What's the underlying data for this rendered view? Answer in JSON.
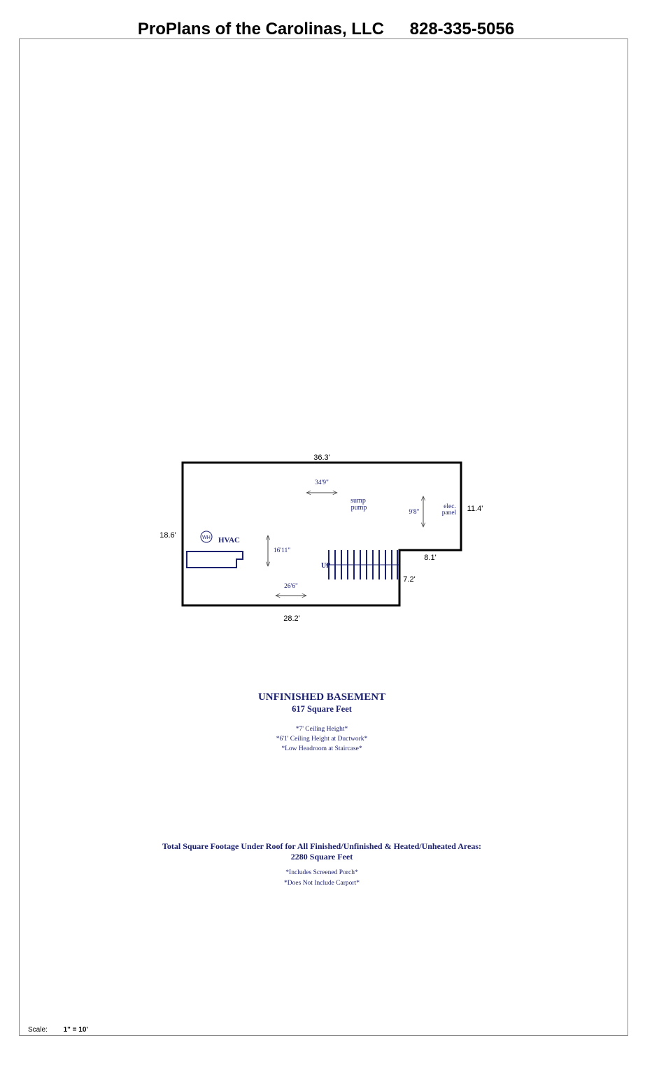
{
  "header": {
    "company": "ProPlans of the Carolinas, LLC",
    "phone": "828-335-5056"
  },
  "dimensions": {
    "top": "36.3'",
    "left": "18.6'",
    "right": "11.4'",
    "step_horizontal": "8.1'",
    "step_vertical": "7.2'",
    "bottom": "28.2'"
  },
  "interior": {
    "width_upper": "34'9\"",
    "width_lower": "26'6\"",
    "height_left": "16'11\"",
    "height_right": "9'8\""
  },
  "labels": {
    "sump_line1": "sump",
    "sump_line2": "pump",
    "elec_line1": "elec.",
    "elec_line2": "panel",
    "hvac": "HVAC",
    "water_heater": "WH",
    "stairs": "UP"
  },
  "basement": {
    "title": "UNFINISHED BASEMENT",
    "area": "617 Square Feet",
    "notes": [
      "*7' Ceiling Height*",
      "*6'1' Ceiling Height at Ductwork*",
      "*Low Headroom at Staircase*"
    ]
  },
  "total": {
    "title": "Total Square Footage Under Roof for All Finished/Unfinished & Heated/Unheated Areas:",
    "area": "2280 Square Feet",
    "notes": [
      "*Includes Screened Porch*",
      "*Does Not Include Carport*"
    ]
  },
  "scale": {
    "label": "Scale:",
    "value": "1\" = 10'"
  },
  "colors": {
    "wall": "#000000",
    "fixture": "#1a1f6e",
    "text": "#1a1f6e",
    "sheet_border": "#888888"
  }
}
